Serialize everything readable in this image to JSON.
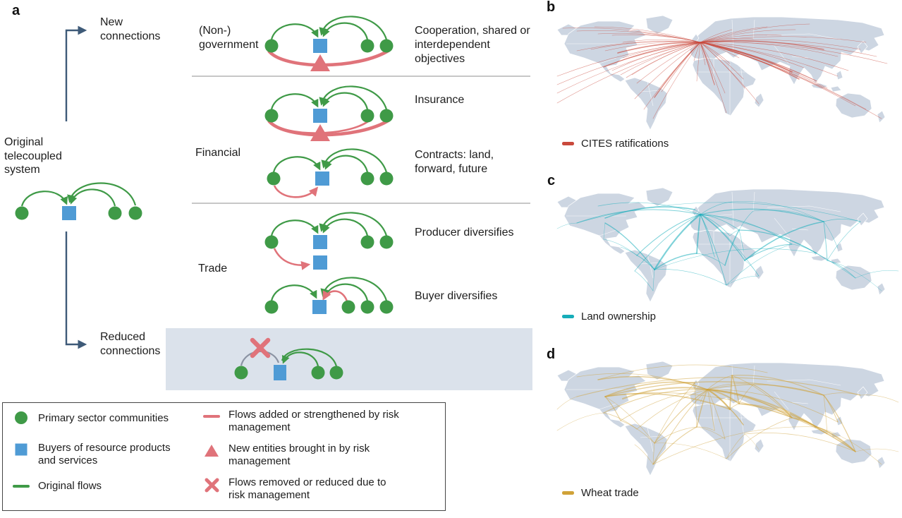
{
  "panel_a": {
    "label": "a",
    "branch_top": "New connections",
    "branch_bottom": "Reduced connections",
    "origin_label": "Original telecoupled system",
    "groups": [
      {
        "category": "(Non-) government",
        "descriptions": [
          "Cooperation, shared or interdependent objectives"
        ]
      },
      {
        "category": "Financial",
        "descriptions": [
          "Insurance",
          "Contracts: land, forward, future"
        ]
      },
      {
        "category": "Trade",
        "descriptions": [
          "Producer diversifies",
          "Buyer diversifies"
        ]
      }
    ],
    "legend": {
      "items_left": [
        {
          "icon": "community-circle-icon",
          "label": "Primary sector communities"
        },
        {
          "icon": "buyer-square-icon",
          "label": "Buyers of resource products and services"
        },
        {
          "icon": "original-flow-line-icon",
          "label": "Original flows"
        }
      ],
      "items_right": [
        {
          "icon": "added-flow-line-icon",
          "label": "Flows added or strengthened by risk management"
        },
        {
          "icon": "new-entity-triangle-icon",
          "label": "New entities brought in by risk management"
        },
        {
          "icon": "removed-flow-x-icon",
          "label": "Flows removed or reduced due to risk management"
        }
      ]
    },
    "colors": {
      "community": "#3f9a47",
      "buyer": "#4f9bd5",
      "risk": "#e0737a",
      "branch_arrow": "#3e5a78"
    }
  },
  "maps": [
    {
      "label": "b",
      "legend": "CITES ratifications",
      "color": "#c9493c",
      "hub": [
        205,
        40
      ],
      "targets": [
        [
          10,
          20
        ],
        [
          30,
          24
        ],
        [
          55,
          18
        ],
        [
          60,
          28
        ],
        [
          80,
          30
        ],
        [
          95,
          40
        ],
        [
          30,
          52
        ],
        [
          50,
          50
        ],
        [
          70,
          52
        ],
        [
          88,
          55,
          1.6
        ],
        [
          95,
          62
        ],
        [
          68,
          75,
          1.2
        ],
        [
          80,
          80
        ],
        [
          92,
          86
        ],
        [
          100,
          90
        ],
        [
          108,
          86
        ],
        [
          115,
          98
        ],
        [
          112,
          120
        ],
        [
          125,
          135
        ],
        [
          138,
          148
        ],
        [
          140,
          118,
          1.4
        ],
        [
          150,
          110
        ],
        [
          2,
          88
        ],
        [
          2,
          100
        ],
        [
          2,
          112
        ],
        [
          2,
          126
        ],
        [
          196,
          66
        ],
        [
          212,
          72
        ],
        [
          200,
          95
        ],
        [
          225,
          100,
          1.2
        ],
        [
          240,
          112
        ],
        [
          268,
          105
        ],
        [
          266,
          92
        ],
        [
          242,
          140
        ],
        [
          288,
          127
        ],
        [
          247,
          70
        ],
        [
          260,
          62
        ],
        [
          235,
          48
        ],
        [
          250,
          22
        ],
        [
          280,
          35
        ],
        [
          300,
          18
        ],
        [
          320,
          30
        ],
        [
          340,
          22
        ],
        [
          360,
          14
        ],
        [
          335,
          82,
          1.8
        ],
        [
          345,
          92,
          1.4
        ],
        [
          352,
          76
        ],
        [
          370,
          95,
          1.2
        ],
        [
          385,
          105
        ],
        [
          400,
          88
        ],
        [
          415,
          80
        ],
        [
          380,
          50,
          1.4
        ],
        [
          400,
          60
        ],
        [
          432,
          50
        ],
        [
          440,
          40
        ],
        [
          425,
          130
        ],
        [
          440,
          135
        ],
        [
          462,
          148
        ],
        [
          455,
          60
        ],
        [
          470,
          70
        ]
      ]
    },
    {
      "label": "c",
      "legend": "Land ownership",
      "color": "#16adb9",
      "edges": [
        [
          205,
          40,
          140,
          118,
          2.2
        ],
        [
          197,
          33,
          70,
          45,
          1.5
        ],
        [
          30,
          52,
          205,
          40,
          1.0
        ],
        [
          205,
          40,
          200,
          95,
          1.8
        ],
        [
          205,
          40,
          268,
          105,
          1.2
        ],
        [
          205,
          40,
          260,
          62,
          0.8
        ],
        [
          205,
          40,
          335,
          82,
          0.9
        ],
        [
          205,
          40,
          380,
          50,
          1.2
        ],
        [
          260,
          62,
          240,
          112,
          1.5
        ],
        [
          260,
          62,
          370,
          95,
          1.3
        ],
        [
          380,
          50,
          268,
          105,
          1.6
        ],
        [
          380,
          50,
          385,
          105,
          0.9
        ],
        [
          335,
          82,
          268,
          105,
          1.1
        ],
        [
          335,
          82,
          242,
          140,
          0.6
        ],
        [
          140,
          118,
          200,
          95,
          1.4
        ],
        [
          140,
          118,
          242,
          140,
          0.6
        ],
        [
          70,
          52,
          140,
          118,
          1.3
        ],
        [
          68,
          75,
          115,
          98,
          0.6
        ],
        [
          115,
          98,
          140,
          118,
          0.6
        ],
        [
          112,
          120,
          138,
          148,
          0.6
        ],
        [
          140,
          118,
          138,
          148,
          0.6
        ],
        [
          205,
          40,
          242,
          140,
          0.9
        ],
        [
          197,
          33,
          288,
          127,
          0.6
        ],
        [
          432,
          50,
          380,
          50,
          0.7
        ],
        [
          432,
          50,
          385,
          105,
          0.6
        ],
        [
          400,
          88,
          380,
          50,
          0.6
        ],
        [
          425,
          130,
          385,
          105,
          0.8
        ],
        [
          425,
          130,
          205,
          40,
          0.6
        ],
        [
          462,
          148,
          385,
          105,
          0.5
        ],
        [
          250,
          22,
          205,
          40,
          0.7
        ],
        [
          280,
          35,
          260,
          62,
          0.6
        ],
        [
          280,
          35,
          380,
          50,
          0.6
        ],
        [
          247,
          70,
          205,
          40,
          0.8
        ],
        [
          266,
          92,
          260,
          62,
          0.6
        ],
        [
          60,
          28,
          205,
          40,
          0.7
        ],
        [
          30,
          52,
          432,
          50,
          0.6
        ],
        [
          2,
          60,
          30,
          52,
          0.5
        ],
        [
          486,
          120,
          425,
          130,
          0.5
        ],
        [
          70,
          52,
          68,
          75,
          0.5
        ],
        [
          205,
          40,
          112,
          120,
          0.8
        ],
        [
          140,
          118,
          370,
          95,
          0.6
        ],
        [
          242,
          140,
          288,
          127,
          0.5
        ],
        [
          200,
          95,
          240,
          112,
          0.7
        ],
        [
          335,
          82,
          385,
          105,
          0.6
        ],
        [
          260,
          62,
          247,
          70,
          0.6
        ],
        [
          380,
          50,
          250,
          22,
          0.5
        ],
        [
          115,
          98,
          205,
          40,
          1.1
        ],
        [
          268,
          105,
          288,
          127,
          0.5
        ],
        [
          92,
          86,
          140,
          118,
          0.6
        ],
        [
          205,
          40,
          225,
          100,
          1.0
        ]
      ]
    },
    {
      "label": "d",
      "legend": "Wheat trade",
      "color": "#d0a238",
      "edges": [
        [
          60,
          28,
          215,
          42,
          1.5
        ],
        [
          70,
          52,
          247,
          70,
          1.6
        ],
        [
          70,
          52,
          92,
          86,
          1.1
        ],
        [
          70,
          52,
          140,
          118,
          0.7
        ],
        [
          70,
          52,
          380,
          50,
          1.3
        ],
        [
          70,
          52,
          335,
          82,
          0.8
        ],
        [
          30,
          52,
          432,
          50,
          1.1
        ],
        [
          215,
          42,
          200,
          95,
          1.5
        ],
        [
          215,
          42,
          225,
          100,
          0.9
        ],
        [
          215,
          42,
          240,
          112,
          0.8
        ],
        [
          215,
          42,
          266,
          92,
          1.2
        ],
        [
          215,
          42,
          260,
          62,
          2.0
        ],
        [
          215,
          42,
          247,
          70,
          2.3
        ],
        [
          215,
          42,
          335,
          82,
          1.5
        ],
        [
          215,
          42,
          380,
          50,
          1.1
        ],
        [
          215,
          42,
          370,
          95,
          1.3
        ],
        [
          215,
          42,
          385,
          105,
          0.8
        ],
        [
          215,
          42,
          400,
          88,
          0.8
        ],
        [
          215,
          42,
          140,
          118,
          1.1
        ],
        [
          215,
          42,
          115,
          98,
          0.8
        ],
        [
          215,
          42,
          68,
          75,
          1.1
        ],
        [
          215,
          42,
          92,
          86,
          0.8
        ],
        [
          215,
          42,
          30,
          24,
          0.7
        ],
        [
          215,
          42,
          425,
          130,
          0.8
        ],
        [
          250,
          22,
          247,
          70,
          1.7
        ],
        [
          250,
          22,
          260,
          62,
          1.3
        ],
        [
          250,
          22,
          380,
          50,
          1.1
        ],
        [
          250,
          22,
          335,
          82,
          0.9
        ],
        [
          280,
          35,
          260,
          62,
          0.8
        ],
        [
          280,
          35,
          335,
          82,
          1.1
        ],
        [
          425,
          130,
          370,
          95,
          1.5
        ],
        [
          425,
          130,
          380,
          50,
          1.3
        ],
        [
          425,
          130,
          335,
          82,
          1.1
        ],
        [
          425,
          130,
          260,
          62,
          1.0
        ],
        [
          425,
          130,
          268,
          105,
          0.8
        ],
        [
          138,
          148,
          140,
          118,
          0.7
        ],
        [
          138,
          148,
          200,
          95,
          1.1
        ],
        [
          138,
          148,
          370,
          95,
          0.7
        ],
        [
          138,
          148,
          215,
          42,
          0.9
        ],
        [
          140,
          118,
          200,
          95,
          0.8
        ],
        [
          140,
          118,
          242,
          140,
          0.6
        ],
        [
          68,
          75,
          115,
          98,
          0.7
        ],
        [
          92,
          86,
          140,
          118,
          0.7
        ],
        [
          70,
          52,
          197,
          33,
          1.7
        ],
        [
          60,
          28,
          300,
          18,
          0.8
        ],
        [
          197,
          33,
          200,
          95,
          0.7
        ],
        [
          197,
          33,
          140,
          118,
          0.8
        ],
        [
          247,
          70,
          266,
          92,
          0.7
        ],
        [
          260,
          62,
          370,
          95,
          1.1
        ],
        [
          260,
          62,
          385,
          105,
          0.7
        ],
        [
          335,
          82,
          370,
          95,
          0.8
        ],
        [
          335,
          82,
          242,
          140,
          0.7
        ],
        [
          380,
          50,
          432,
          50,
          0.7
        ],
        [
          380,
          50,
          400,
          88,
          1.0
        ],
        [
          380,
          50,
          385,
          105,
          0.7
        ],
        [
          462,
          148,
          370,
          95,
          0.6
        ],
        [
          2,
          70,
          30,
          52,
          0.6
        ],
        [
          486,
          60,
          432,
          50,
          0.6
        ],
        [
          268,
          105,
          288,
          127,
          0.5
        ],
        [
          242,
          140,
          268,
          105,
          0.6
        ],
        [
          240,
          112,
          200,
          95,
          0.6
        ],
        [
          225,
          100,
          200,
          95,
          0.6
        ],
        [
          247,
          70,
          260,
          62,
          0.9
        ],
        [
          215,
          42,
          280,
          35,
          0.8
        ],
        [
          215,
          42,
          250,
          22,
          0.9
        ],
        [
          215,
          42,
          95,
          55,
          2.0
        ],
        [
          112,
          120,
          138,
          148,
          0.6
        ],
        [
          2,
          100,
          68,
          75,
          0.6
        ],
        [
          486,
          130,
          425,
          130,
          0.5
        ],
        [
          205,
          60,
          215,
          42,
          0.6
        ]
      ]
    }
  ]
}
